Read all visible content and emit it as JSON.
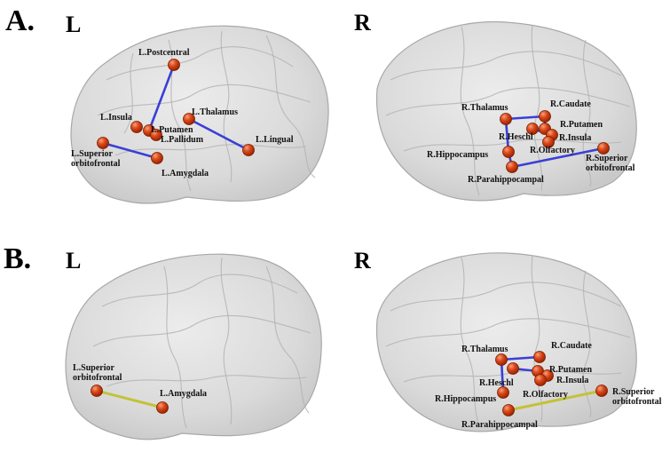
{
  "colors": {
    "node": "#d9491d",
    "node_highlight": "#f28a5c",
    "edge_blue": "#3a3fd6",
    "edge_yellow": "#c2c23a",
    "brain_fill": "#d9d9d9",
    "brain_stroke": "#a8a8a8"
  },
  "panels": [
    {
      "letter": "A.",
      "hemispheres": [
        {
          "letter": "L",
          "nodes": [
            {
              "label": "L.Postcentral"
            },
            {
              "label": "L.Insula"
            },
            {
              "label": "L.Putamen"
            },
            {
              "label": "L.Pallidum"
            },
            {
              "label": "L.Thalamus"
            },
            {
              "label": "L.Lingual"
            },
            {
              "label": "L.Superior orbitofrontal"
            },
            {
              "label": "L.Amygdala"
            }
          ]
        },
        {
          "letter": "R",
          "nodes": [
            {
              "label": "R.Thalamus"
            },
            {
              "label": "R.Caudate"
            },
            {
              "label": "R.Putamen"
            },
            {
              "label": "R.Heschl"
            },
            {
              "label": "R.Insula"
            },
            {
              "label": "R.Hippocampus"
            },
            {
              "label": "R.Olfactory"
            },
            {
              "label": "R.Superior orbitofrontal"
            },
            {
              "label": "R.Parahippocampal"
            }
          ]
        }
      ]
    },
    {
      "letter": "B.",
      "hemispheres": [
        {
          "letter": "L",
          "nodes": [
            {
              "label": "L.Superior orbitofrontal"
            },
            {
              "label": "L.Amygdala"
            }
          ]
        },
        {
          "letter": "R",
          "nodes": [
            {
              "label": "R.Thalamus"
            },
            {
              "label": "R.Caudate"
            },
            {
              "label": "R.Putamen"
            },
            {
              "label": "R.Insula"
            },
            {
              "label": "R.Heschl"
            },
            {
              "label": "R.Hippocampus"
            },
            {
              "label": "R.Olfactory"
            },
            {
              "label": "R.Superior orbitofrontal"
            },
            {
              "label": "R.Parahippocampal"
            }
          ]
        }
      ]
    }
  ],
  "edges": {
    "A_L": [
      [
        "L.Postcentral",
        "L.Putamen"
      ],
      [
        "L.Thalamus",
        "L.Lingual"
      ],
      [
        "L.Superior orbitofrontal",
        "L.Amygdala"
      ]
    ],
    "A_R": [
      [
        "R.Thalamus",
        "R.Caudate"
      ],
      [
        "R.Caudate",
        "R.Putamen"
      ],
      [
        "R.Thalamus",
        "R.Hippocampus"
      ],
      [
        "R.Hippocampus",
        "R.Parahippocampal"
      ],
      [
        "R.Parahippocampal",
        "R.Superior orbitofrontal"
      ],
      [
        "R.Heschl",
        "R.Insula"
      ]
    ],
    "B_L": [
      [
        "L.Superior orbitofrontal",
        "L.Amygdala"
      ]
    ],
    "B_R": [
      [
        "R.Thalamus",
        "R.Caudate"
      ],
      [
        "R.Thalamus",
        "R.Hippocampus"
      ],
      [
        "R.Putamen",
        "R.Heschl"
      ],
      [
        "R.Parahippocampal",
        "R.Superior orbitofrontal"
      ]
    ]
  }
}
